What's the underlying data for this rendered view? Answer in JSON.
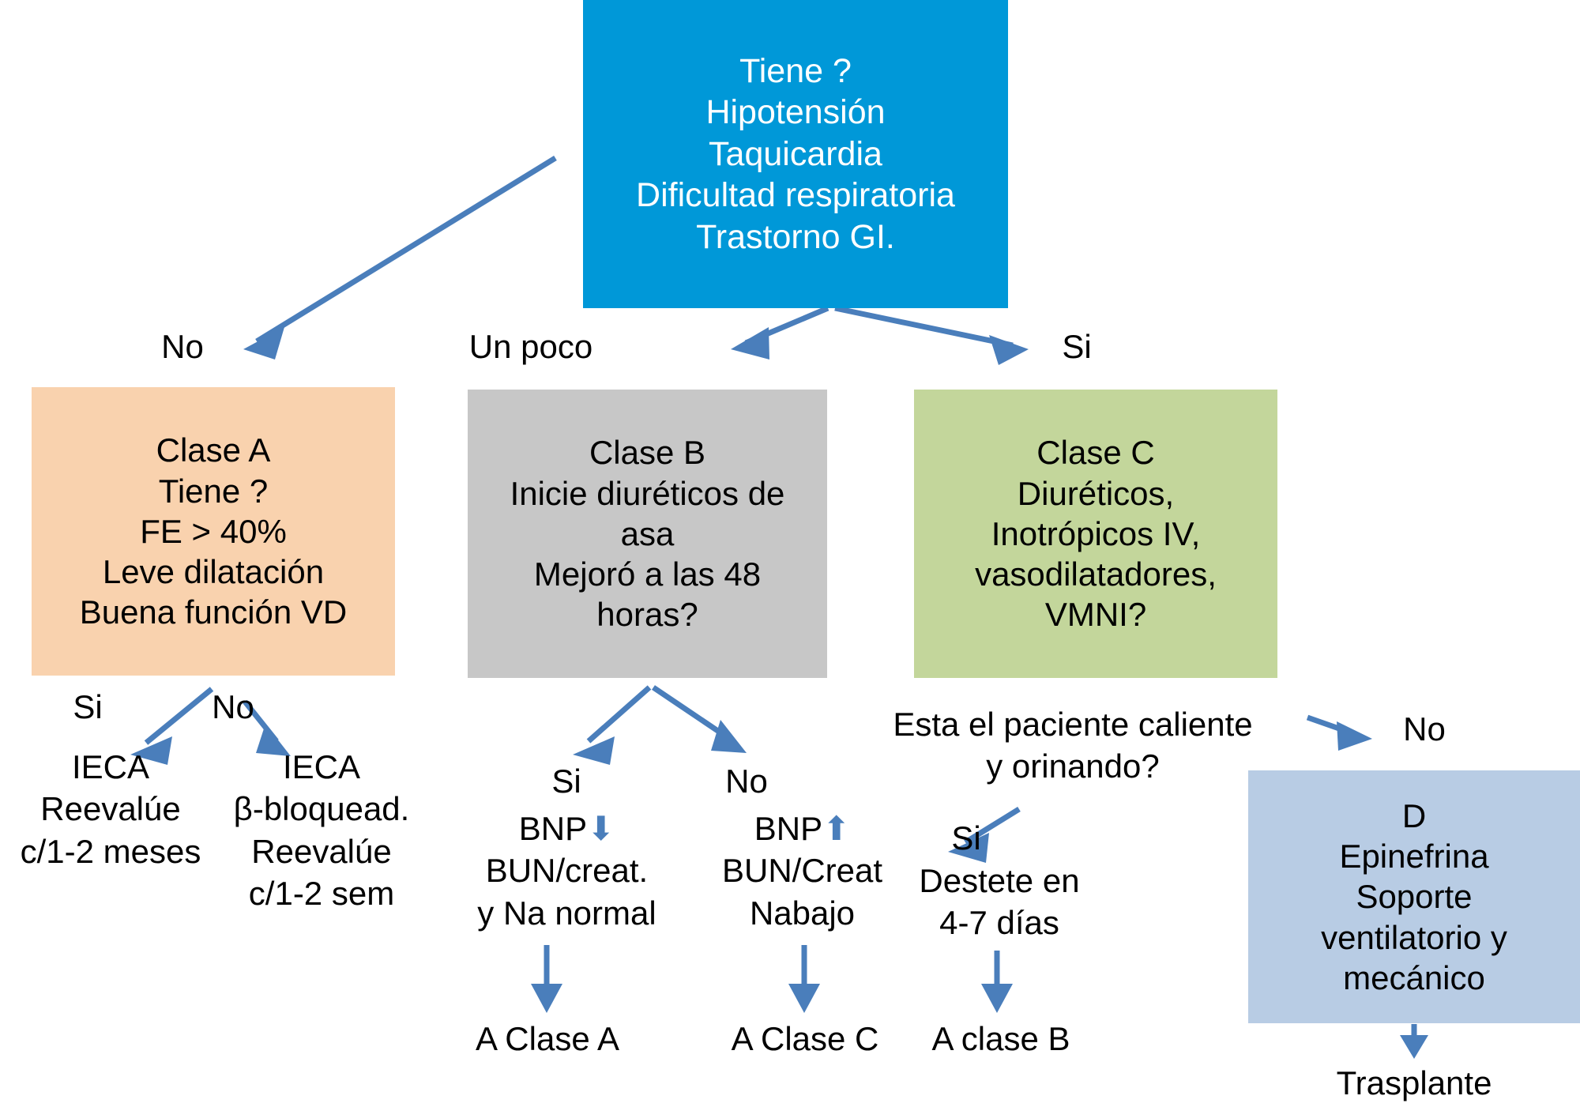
{
  "diagram": {
    "title_node": {
      "id": "root",
      "lines": [
        "Tiene ?",
        "Hipotensión",
        "Taquicardia",
        "Dificultad respiratoria",
        "Trastorno GI."
      ],
      "color": "#0098d8",
      "text_color": "#ffffff"
    },
    "nodes": [
      {
        "id": "clase-a",
        "lines": [
          "Clase A",
          "Tiene ?",
          "FE > 40%",
          "Leve dilatación",
          "Buena función VD"
        ],
        "color": "#f9d2ae"
      },
      {
        "id": "clase-b",
        "lines": [
          "Clase B",
          "Inicie diuréticos de",
          "asa",
          "Mejoró a las 48",
          "horas?"
        ],
        "color": "#c7c7c7"
      },
      {
        "id": "clase-c",
        "lines": [
          "Clase C",
          "Diuréticos,",
          "Inotrópicos IV,",
          "vasodilatadores,",
          "VMNI?"
        ],
        "color": "#c3d69b"
      },
      {
        "id": "d",
        "lines": [
          "D",
          "Epinefrina",
          "Soporte",
          "ventilatorio y",
          "mecánico"
        ],
        "color": "#b8cce4"
      }
    ],
    "edge_labels": {
      "root_no": "No",
      "root_un_poco": "Un poco",
      "root_si": "Si",
      "clase_a_si": "Si",
      "clase_a_no": "No",
      "clase_b_si": "Si",
      "clase_b_no": "No",
      "caliente_si": "Si",
      "caliente_no": "No"
    },
    "leaf_texts": {
      "a_si": [
        "IECA",
        "Reevalúe",
        "c/1-2 meses"
      ],
      "a_no": [
        "IECA",
        "β-bloquead.",
        "Reevalúe",
        "c/1-2 sem"
      ],
      "b_si_l1": "BNP",
      "b_si_rest": [
        "BUN/creat.",
        "y Na normal"
      ],
      "b_no_l1": "BNP",
      "b_no_rest": [
        "BUN/Creat",
        "Nabajo"
      ],
      "caliente_question": [
        "Esta el paciente caliente",
        "y orinando?"
      ],
      "destete": [
        "Destete en",
        "4-7 días"
      ],
      "to_clase_a": "A Clase A",
      "to_clase_c": "A Clase C",
      "to_clase_b": "A clase B",
      "trasplante": "Trasplante"
    },
    "arrow_glyphs": {
      "bnp_down": "⬇",
      "bnp_up": "⬆"
    },
    "colors": {
      "arrow": "#4a7ebb",
      "background": "#ffffff"
    }
  }
}
